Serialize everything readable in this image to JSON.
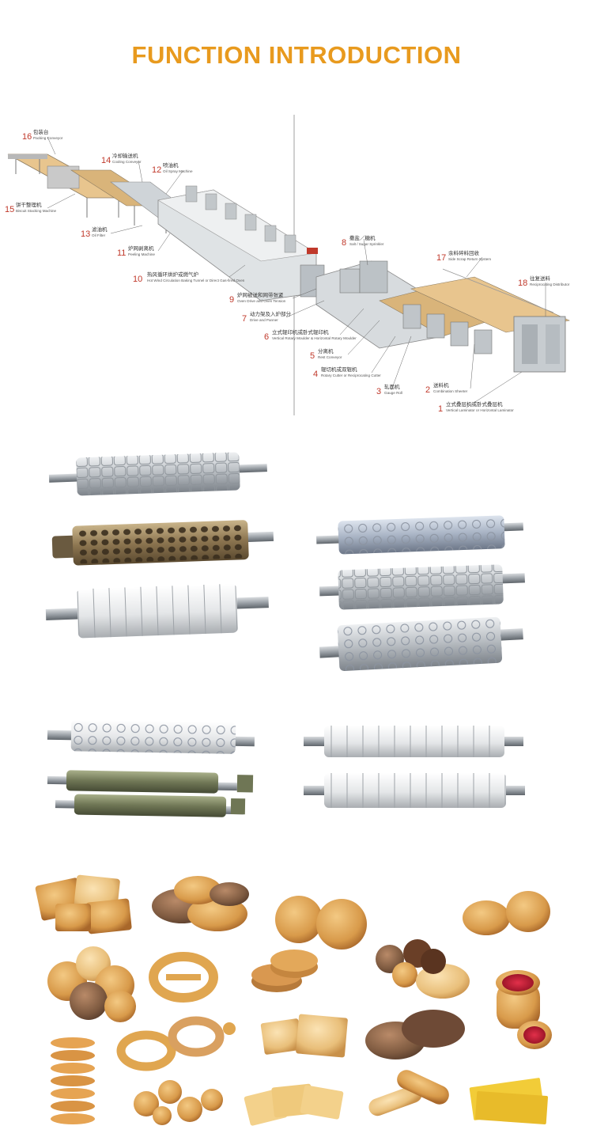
{
  "header": {
    "title": "FUNCTION INTRODUCTION"
  },
  "colors": {
    "title": "#E89A1E",
    "label_number": "#C0392B"
  },
  "diagram": {
    "labels": [
      {
        "num": "16",
        "cn": "包装台",
        "en": "Packing Conveyor"
      },
      {
        "num": "14",
        "cn": "冷却输送机",
        "en": "Cooling Conveyor"
      },
      {
        "num": "12",
        "cn": "喷油机",
        "en": "Oil Spray Machine"
      },
      {
        "num": "15",
        "cn": "饼干整理机",
        "en": "Biscuit Stacking Machine"
      },
      {
        "num": "13",
        "cn": "滤油机",
        "en": "Oil Filter"
      },
      {
        "num": "11",
        "cn": "炉网剥离机",
        "en": "Peeling Machine"
      },
      {
        "num": "10",
        "cn": "热风循环烘炉或燃气炉",
        "en": "Hot Wind Circulation Baking Tunnel or Direct Gas-fired Oven"
      },
      {
        "num": "9",
        "cn": "炉网被送和网带张紧",
        "en": "Oven Drive and Oven Tension"
      },
      {
        "num": "7",
        "cn": "动力架及入炉部分",
        "en": "Drive and Panner"
      },
      {
        "num": "6",
        "cn": "立式辊印机或卧式辊印机",
        "en": "Vertical Rotary Moulder & Horizontal Rotary Moulder"
      },
      {
        "num": "5",
        "cn": "分离机",
        "en": "Rest Conveyor"
      },
      {
        "num": "4",
        "cn": "辊切机或双辊机",
        "en": "Rotary Cutter or Reciprocating Cutter"
      },
      {
        "num": "3",
        "cn": "轧面机",
        "en": "Gauge Roll"
      },
      {
        "num": "2",
        "cn": "送料机",
        "en": "Combination Sheeter"
      },
      {
        "num": "1",
        "cn": "立式叠层机或卧式叠层机",
        "en": "Vertical Laminator or Horizontal Laminator"
      },
      {
        "num": "8",
        "cn": "撒盐／糖机",
        "en": "Salt / Sugar Sprinkler"
      },
      {
        "num": "17",
        "cn": "余料碎料回收",
        "en": "Side Scrap Return System"
      },
      {
        "num": "18",
        "cn": "往复送料",
        "en": "Reciprocating Distributor"
      }
    ]
  }
}
